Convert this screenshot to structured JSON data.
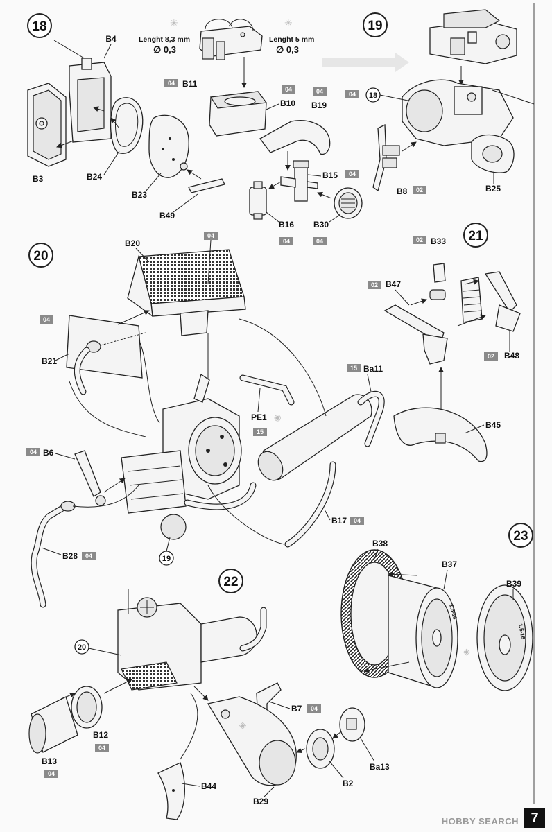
{
  "steps": [
    "18",
    "19",
    "20",
    "21",
    "22",
    "23"
  ],
  "step18": {
    "labels": {
      "b4": "B4",
      "b3": "B3",
      "b24": "B24",
      "b23": "B23",
      "b49": "B49",
      "b11": "B11",
      "b10": "B10",
      "b19": "B19",
      "b15": "B15",
      "b16": "B16",
      "b30": "B30"
    },
    "note_left": "Lenght 8,3 mm",
    "note_right": "Lenght 5 mm",
    "diameter_left": "∅ 0,3",
    "diameter_right": "∅ 0,3",
    "paint": {
      "b11": "04",
      "b10_a": "04",
      "b10_b": "04",
      "b15": "04",
      "b16": "04",
      "b30": "04"
    }
  },
  "step19": {
    "labels": {
      "b8": "B8",
      "b25": "B25"
    },
    "ref": "18",
    "paint": {
      "top": "04",
      "b8": "02"
    }
  },
  "step20": {
    "labels": {
      "b20": "B20",
      "b21": "B21",
      "b6": "B6",
      "pe1": "PE1",
      "ba11": "Ba11",
      "b17": "B17",
      "b28": "B28"
    },
    "ref": "19",
    "paint": {
      "b20": "04",
      "b21": "04",
      "b6": "04",
      "pe1": "15",
      "ba11": "15",
      "b17": "04",
      "b28": "04"
    }
  },
  "step21": {
    "labels": {
      "b33": "B33",
      "b47": "B47",
      "b48": "B48",
      "b45": "B45"
    },
    "paint": {
      "b33": "02",
      "b47": "02",
      "b48": "02"
    }
  },
  "step22": {
    "labels": {
      "b12": "B12",
      "b13": "B13",
      "b7": "B7",
      "b44": "B44",
      "b29": "B29",
      "b2": "B2",
      "ba13": "Ba13"
    },
    "ref": "20",
    "paint": {
      "b12": "04",
      "b13": "04",
      "b7": "04"
    }
  },
  "step23": {
    "labels": {
      "b38": "B38",
      "b37": "B37",
      "b39": "B39"
    },
    "tire_text": "1.5-16"
  },
  "colors": {
    "paint_badge": "#8a8a8a",
    "ink": "#222222"
  },
  "page_number": "7",
  "watermark": "HOBBY SEARCH"
}
